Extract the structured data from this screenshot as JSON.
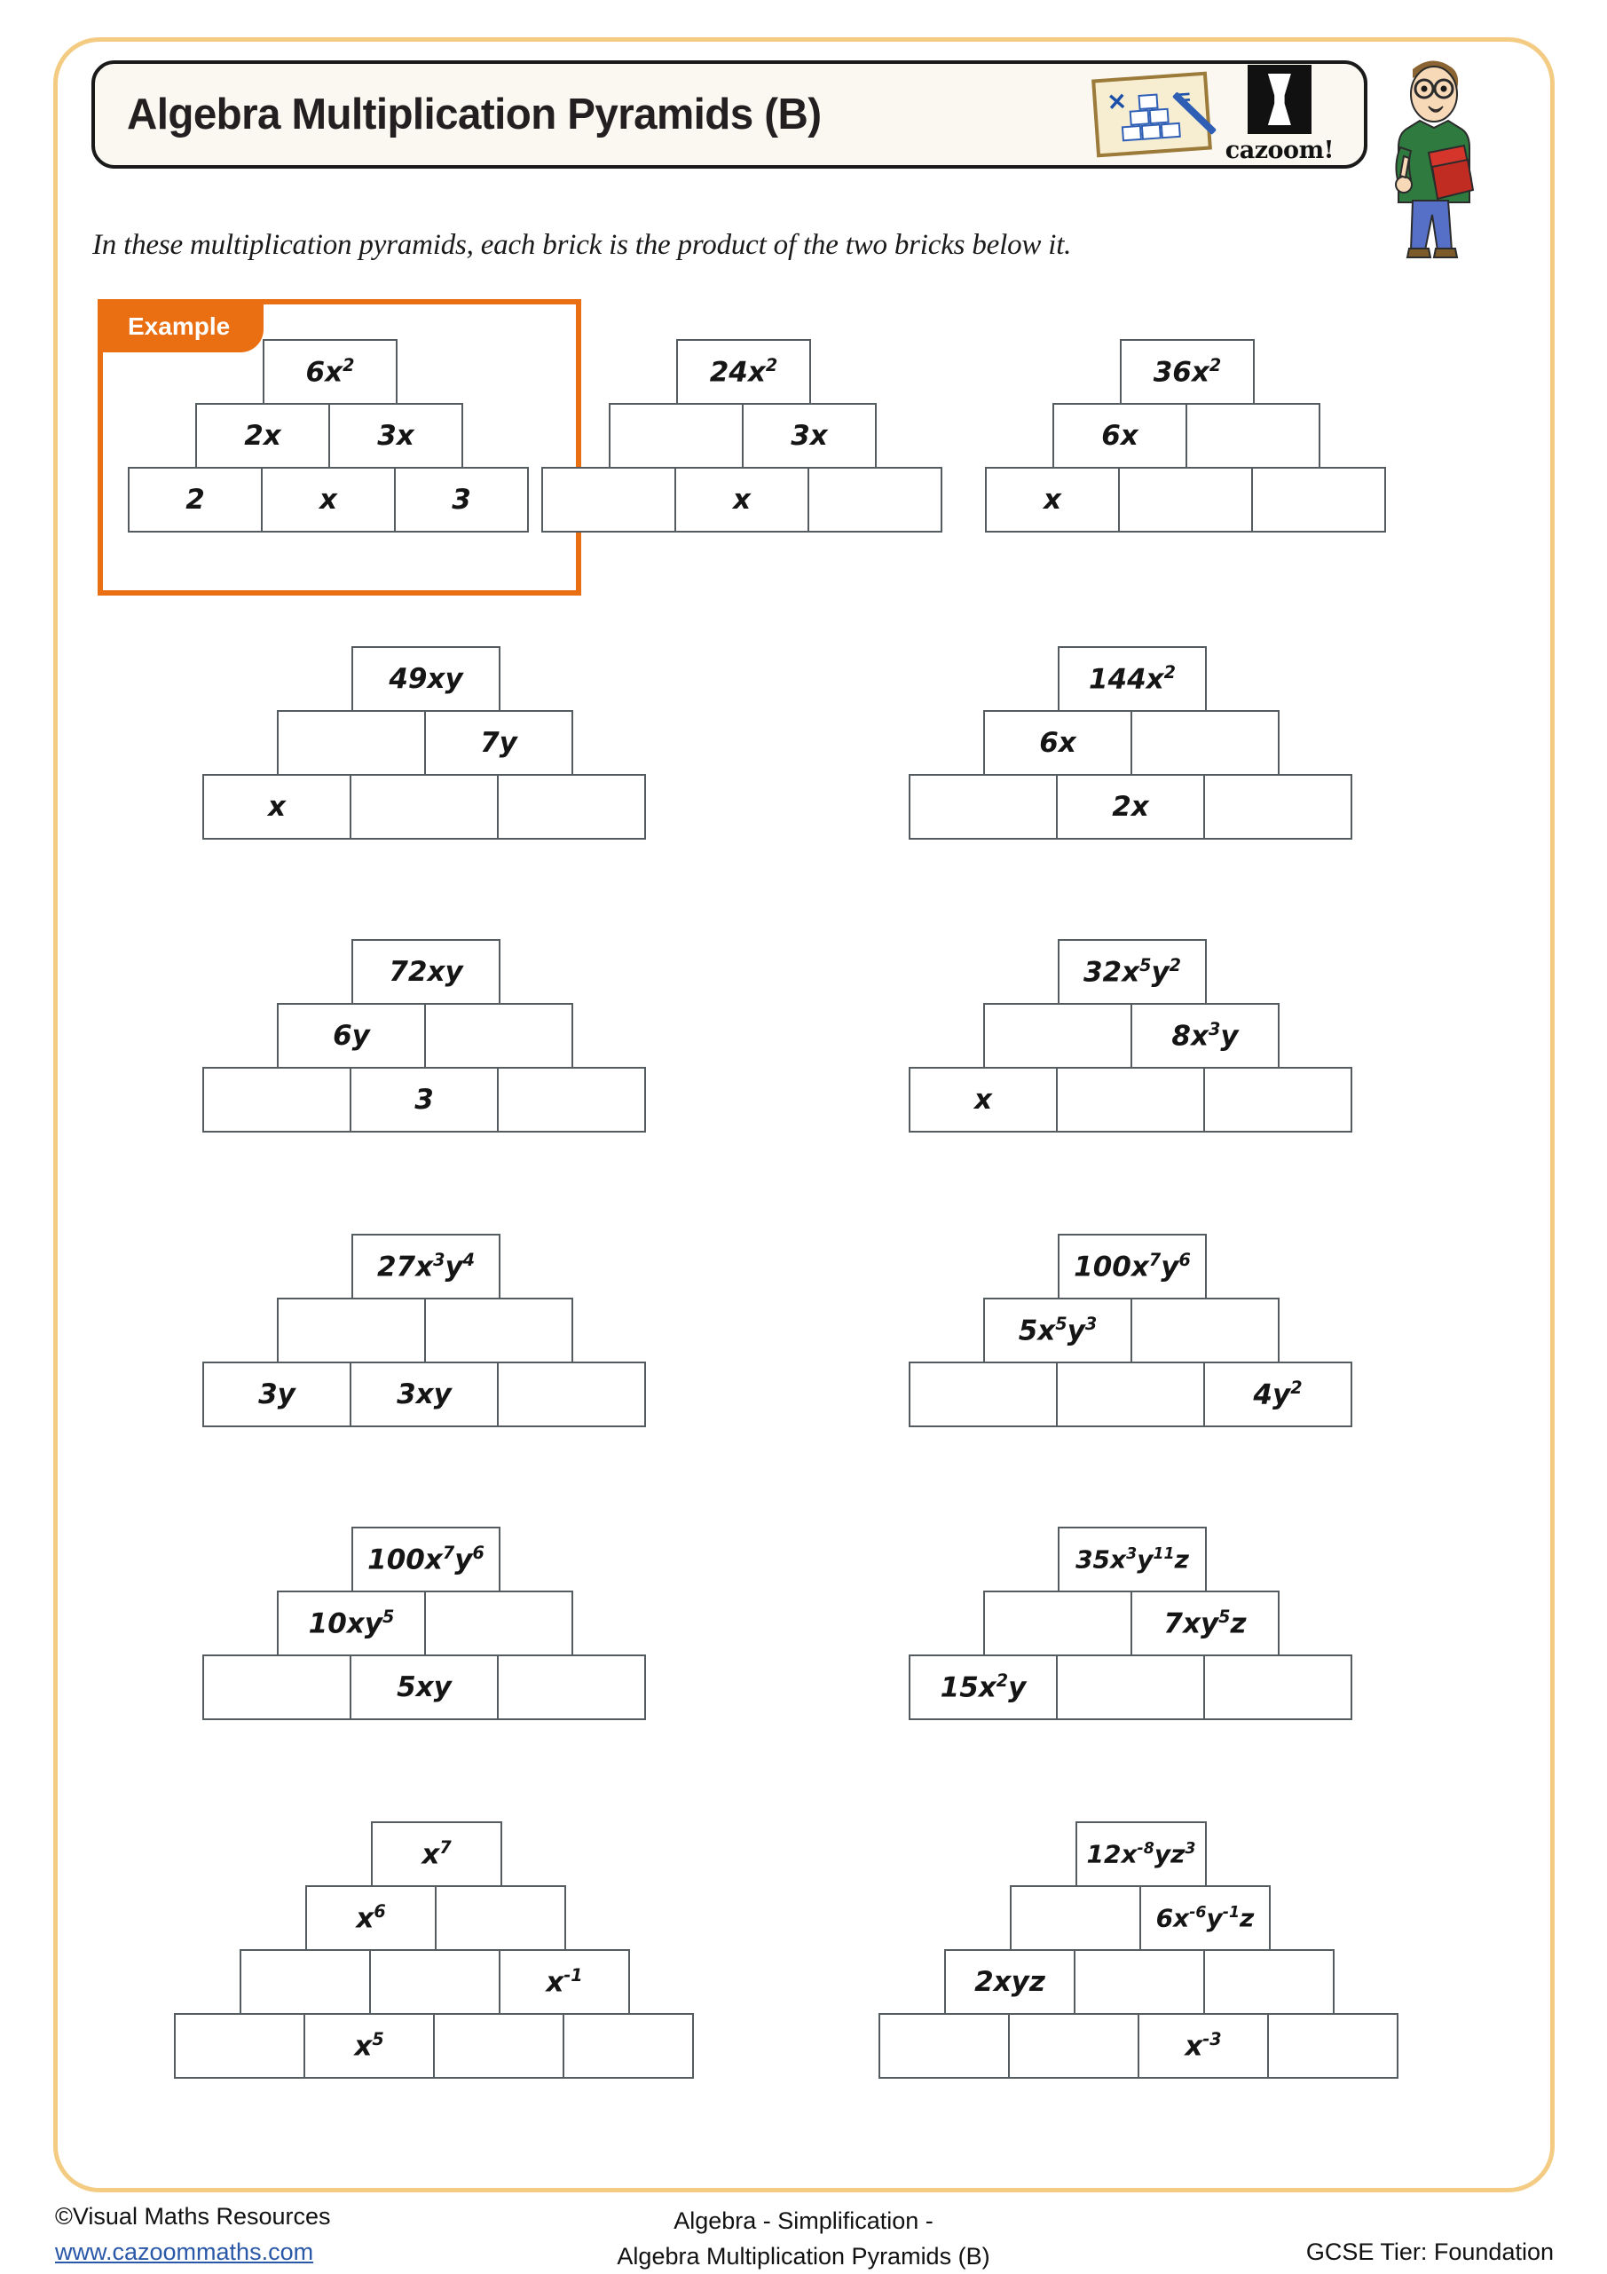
{
  "header": {
    "title": "Algebra Multiplication Pyramids (B)",
    "note_icon": "multiplication-pyramid-note-icon",
    "logo_word": "cazoom!",
    "teacher_icon": "cartoon-teacher-icon"
  },
  "intro": "In these multiplication pyramids, each brick is the product of the two bricks below it.",
  "example": {
    "tab_label": "Example"
  },
  "pyramids": [
    {
      "id": "example",
      "is_example": true,
      "rows": [
        [
          "6x²"
        ],
        [
          "2x",
          "3x"
        ],
        [
          "2",
          "x",
          "3"
        ]
      ]
    },
    {
      "id": "q1",
      "rows": [
        [
          "24x²"
        ],
        [
          "",
          "3x"
        ],
        [
          "",
          "x",
          ""
        ]
      ]
    },
    {
      "id": "q2",
      "rows": [
        [
          "36x²"
        ],
        [
          "6x",
          ""
        ],
        [
          "x",
          "",
          ""
        ]
      ]
    },
    {
      "id": "q3",
      "rows": [
        [
          "49xy"
        ],
        [
          "",
          "7y"
        ],
        [
          "x",
          "",
          ""
        ]
      ]
    },
    {
      "id": "q4",
      "rows": [
        [
          "144x²"
        ],
        [
          "6x",
          ""
        ],
        [
          "",
          "2x",
          ""
        ]
      ]
    },
    {
      "id": "q5",
      "rows": [
        [
          "72xy"
        ],
        [
          "6y",
          ""
        ],
        [
          "",
          "3",
          ""
        ]
      ]
    },
    {
      "id": "q6",
      "rows": [
        [
          "32x⁵y²"
        ],
        [
          "",
          "8x³y"
        ],
        [
          "x",
          "",
          ""
        ]
      ]
    },
    {
      "id": "q7",
      "rows": [
        [
          "27x³y⁴"
        ],
        [
          "",
          ""
        ],
        [
          "3y",
          "3xy",
          ""
        ]
      ]
    },
    {
      "id": "q8",
      "rows": [
        [
          "100x⁷y⁶"
        ],
        [
          "5x⁵y³",
          ""
        ],
        [
          "",
          "",
          "4y²"
        ]
      ]
    },
    {
      "id": "q9",
      "rows": [
        [
          "100x⁷y⁶"
        ],
        [
          "10xy⁵",
          ""
        ],
        [
          "",
          "5xy",
          ""
        ]
      ]
    },
    {
      "id": "q10",
      "rows": [
        [
          "35x³y¹¹z"
        ],
        [
          "",
          "7xy⁵z"
        ],
        [
          "15x²y",
          "",
          ""
        ]
      ]
    },
    {
      "id": "q11",
      "four_tier": true,
      "rows": [
        [
          "x⁷"
        ],
        [
          "x⁶",
          ""
        ],
        [
          "",
          "",
          "x⁻¹"
        ],
        [
          "",
          "x⁵",
          "",
          ""
        ]
      ]
    },
    {
      "id": "q12",
      "four_tier": true,
      "rows": [
        [
          "12x⁻⁸yz³"
        ],
        [
          "",
          "6x⁻⁶y⁻¹z"
        ],
        [
          "2xyz",
          "",
          ""
        ],
        [
          "",
          "",
          "x⁻³",
          ""
        ]
      ]
    }
  ],
  "footer": {
    "copyright": "©Visual Maths Resources",
    "website": "www.cazoommaths.com",
    "center_line1": "Algebra - Simplification -",
    "center_line2": "Algebra Multiplication Pyramids (B)",
    "tier": "GCSE Tier: Foundation"
  },
  "colors": {
    "accent_orange": "#ea6e12",
    "frame_gold": "#f3cb82",
    "brick_border": "#555c60",
    "link_blue": "#2a58a8"
  }
}
